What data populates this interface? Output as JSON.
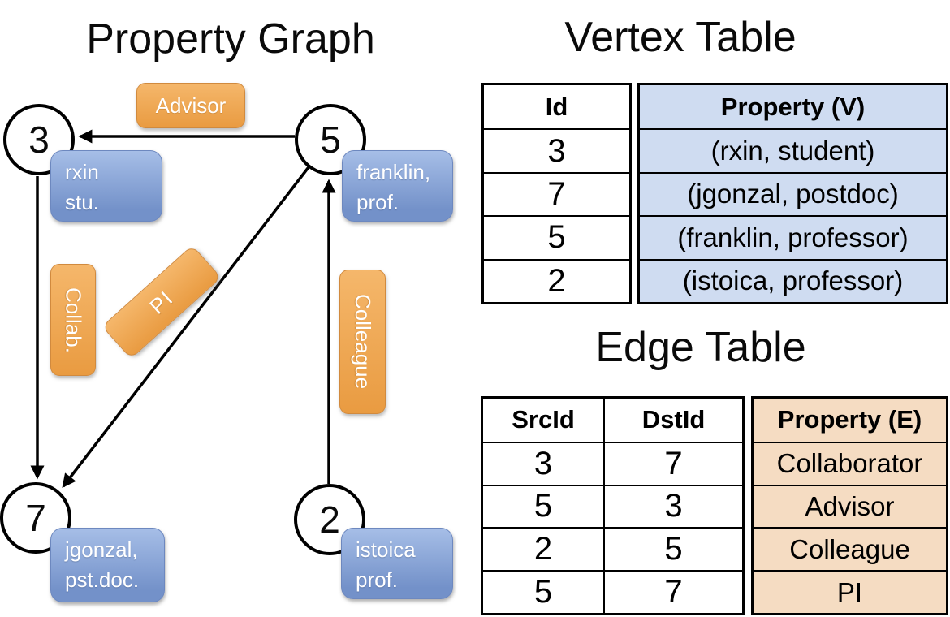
{
  "colors": {
    "ink": "#000000",
    "orange-top": "#f5b76b",
    "orange-bottom": "#e99b41",
    "orange-border": "#d18a3e",
    "blue-top": "#a6bee7",
    "blue-bottom": "#7391c9",
    "blue-border": "#6d88bf",
    "table-blue": "#cfdcf1",
    "table-tan": "#f5dcc2"
  },
  "graph": {
    "title": "Property Graph",
    "vertices": [
      {
        "id": "3",
        "line1": "rxin",
        "line2": "stu."
      },
      {
        "id": "5",
        "line1": "franklin,",
        "line2": "prof."
      },
      {
        "id": "7",
        "line1": "jgonzal,",
        "line2": "pst.doc."
      },
      {
        "id": "2",
        "line1": "istoica",
        "line2": "prof."
      }
    ],
    "edge_labels": {
      "advisor": "Advisor",
      "collab": "Collab.",
      "pi": "PI",
      "colleague": "Colleague"
    }
  },
  "vertex_table": {
    "title": "Vertex Table",
    "headers": {
      "id": "Id",
      "property": "Property (V)"
    },
    "rows": [
      {
        "id": "3",
        "property": "(rxin, student)"
      },
      {
        "id": "7",
        "property": "(jgonzal, postdoc)"
      },
      {
        "id": "5",
        "property": "(franklin, professor)"
      },
      {
        "id": "2",
        "property": "(istoica, professor)"
      }
    ]
  },
  "edge_table": {
    "title": "Edge Table",
    "headers": {
      "src": "SrcId",
      "dst": "DstId",
      "property": "Property (E)"
    },
    "rows": [
      {
        "src": "3",
        "dst": "7",
        "property": "Collaborator"
      },
      {
        "src": "5",
        "dst": "3",
        "property": "Advisor"
      },
      {
        "src": "2",
        "dst": "5",
        "property": "Colleague"
      },
      {
        "src": "5",
        "dst": "7",
        "property": "PI"
      }
    ]
  }
}
